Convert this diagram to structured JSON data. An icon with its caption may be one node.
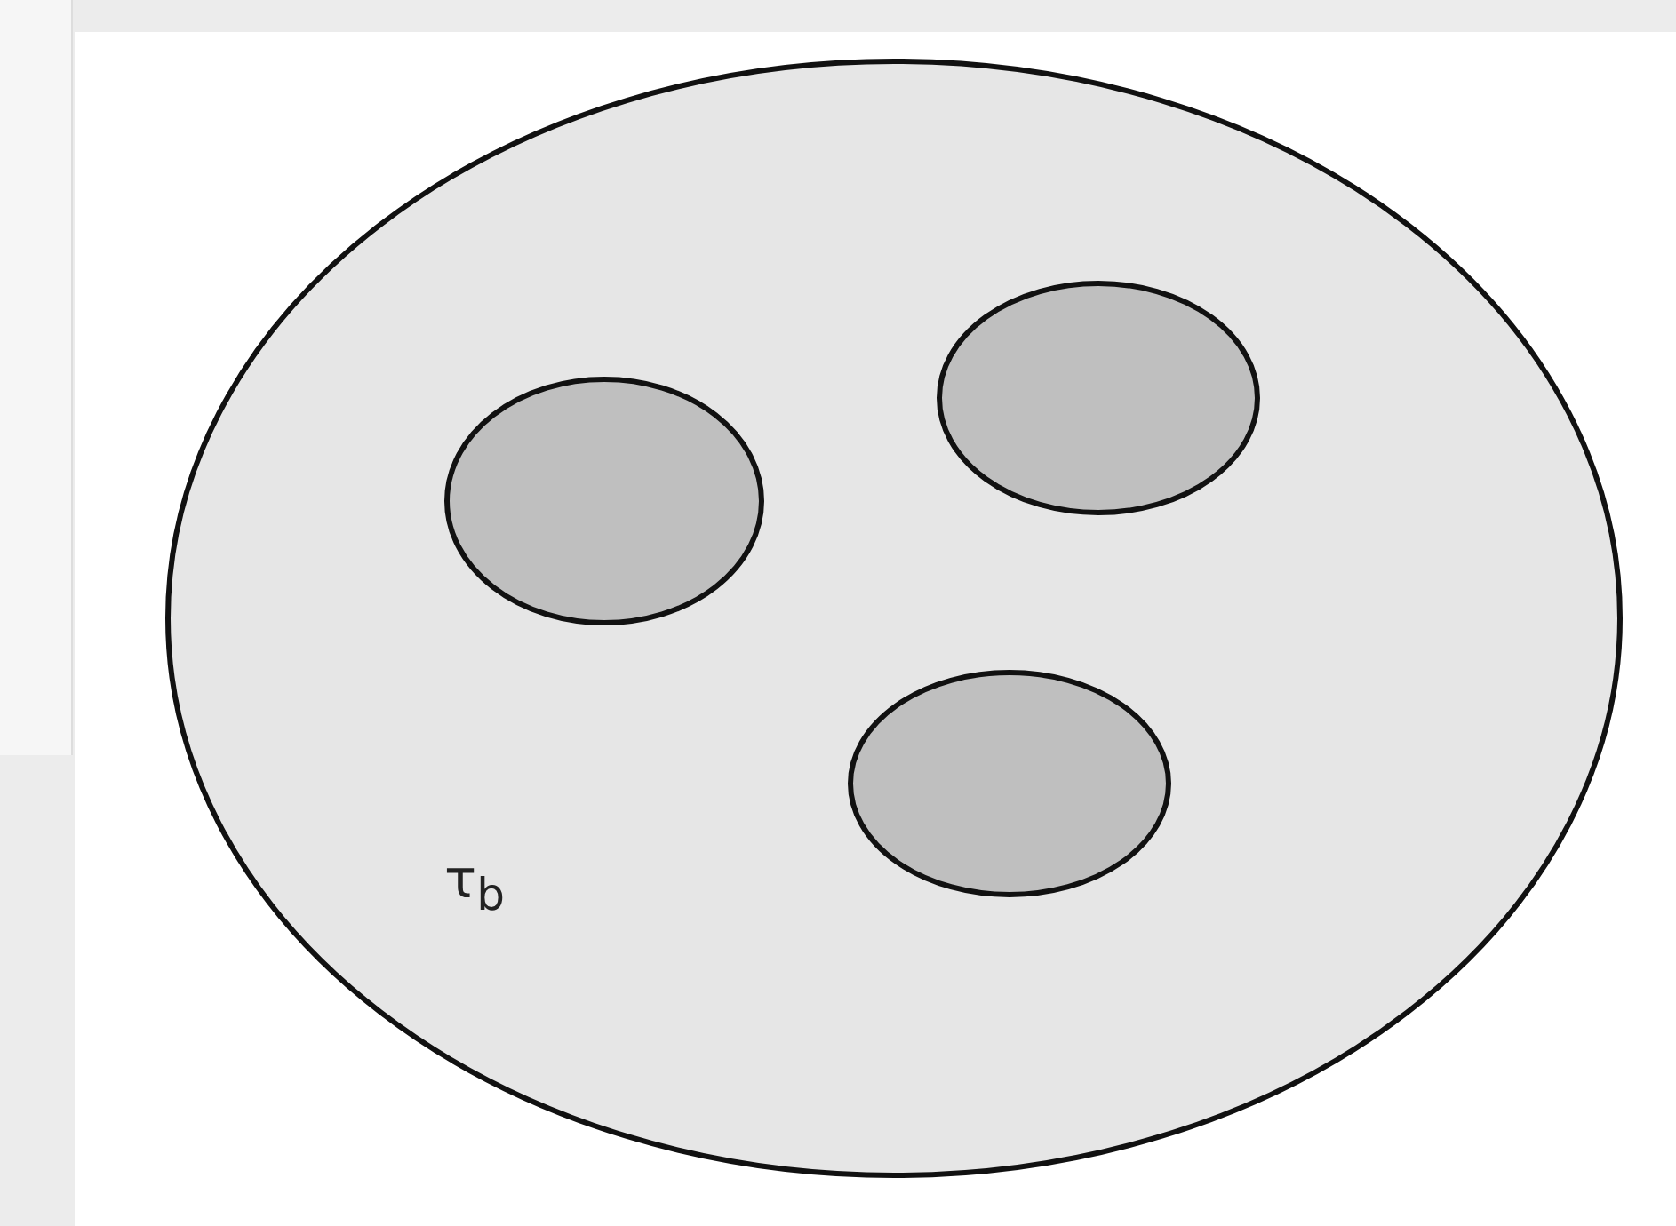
{
  "diagram": {
    "nodes": [
      {
        "text": [
          "τ$_{b}$"
        ]
      },
      {
        "text": [],
        "shape": "ellipse",
        "in": 0
      },
      {
        "text": [],
        "shape": "ellipse",
        "in": 0
      },
      {
        "text": [],
        "shape": "ellipse",
        "in": 0
      }
    ]
  }
}
